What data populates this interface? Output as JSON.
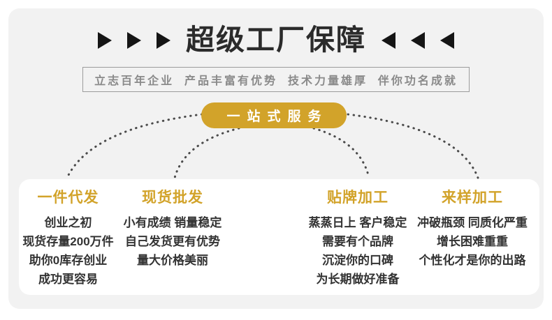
{
  "colors": {
    "accent_gold": "#d2a32a",
    "title_text": "#2b2b2b",
    "body_text": "#333333",
    "banner_bg": "#f2f2f2",
    "card_bg": "#ffffff",
    "subtitle_text": "#8a8a8a",
    "dot_color": "#4a4a4a"
  },
  "header": {
    "title": "超级工厂保障",
    "subtitle": "立志百年企业  产品丰富有优势  技术力量雄厚  伴你功名成就"
  },
  "service_pill": {
    "label": "一站式服务"
  },
  "columns": [
    {
      "heading": "一件代发",
      "lines": [
        "创业之初",
        "现货存量200万件",
        "助你0库存创业",
        "成功更容易"
      ]
    },
    {
      "heading": "现货批发",
      "lines": [
        "小有成绩 销量稳定",
        "自己发货更有优势",
        "量大价格美丽"
      ]
    },
    {
      "heading": "贴牌加工",
      "lines": [
        "蒸蒸日上 客户稳定",
        "需要有个品牌",
        "沉淀你的口碑",
        "为长期做好准备"
      ]
    },
    {
      "heading": "来样加工",
      "lines": [
        "冲破瓶颈 同质化严重",
        "增长困难重重",
        "个性化才是你的出路"
      ]
    }
  ]
}
